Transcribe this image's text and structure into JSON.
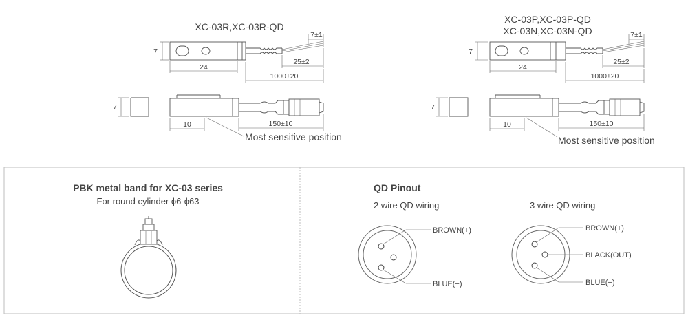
{
  "top_left": {
    "model": "XC-03R,XC-03R-QD",
    "dim_height": "7",
    "dim_length": "24",
    "dim_cable_tip": "7±1",
    "dim_strip": "25±2",
    "dim_cable": "1000±20",
    "side_height": "7",
    "dim_sensitive": "10",
    "dim_qd_cable": "150±10",
    "sensitive_label": "Most sensitive position"
  },
  "top_right": {
    "model_line1": "XC-03P,XC-03P-QD",
    "model_line2": "XC-03N,XC-03N-QD",
    "dim_height": "7",
    "dim_length": "24",
    "dim_cable_tip": "7±1",
    "dim_strip": "25±2",
    "dim_cable": "1000±20",
    "side_height": "7",
    "dim_sensitive": "10",
    "dim_qd_cable": "150±10",
    "sensitive_label": "Most sensitive position"
  },
  "band_panel": {
    "title": "PBK metal band for XC-03 series",
    "subtitle": "For round cylinder ϕ6-ϕ63"
  },
  "pinout_panel": {
    "title": "QD Pinout",
    "two_wire": {
      "heading": "2 wire QD wiring",
      "pins": [
        "BROWN(+)",
        "BLUE(−)"
      ]
    },
    "three_wire": {
      "heading": "3 wire QD wiring",
      "pins": [
        "BROWN(+)",
        "BLACK(OUT)",
        "BLUE(−)"
      ]
    }
  }
}
